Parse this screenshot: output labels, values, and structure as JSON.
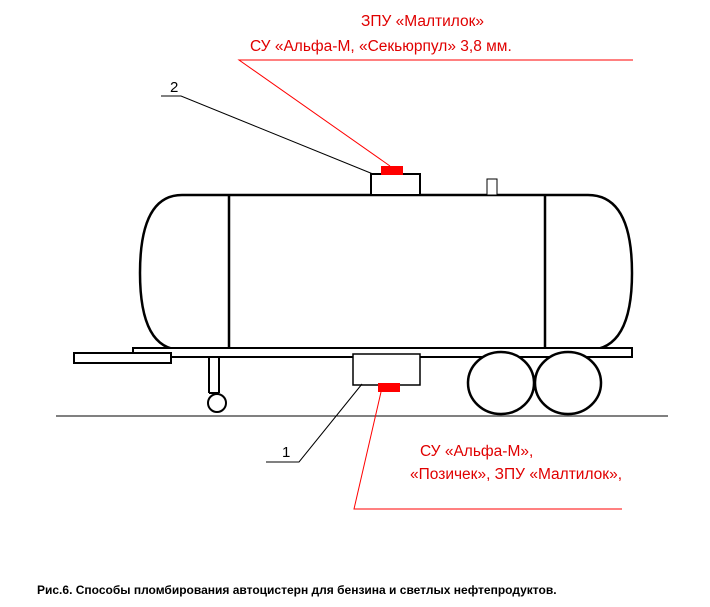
{
  "top_label": {
    "line1": "ЗПУ «Малтилок»",
    "line2": "СУ  «Альфа-М, «Секьюрпул» 3,8 мм."
  },
  "bottom_label": {
    "line1": "СУ «Альфа-М»,",
    "line2": "«Позичек», ЗПУ «Малтилок»,"
  },
  "callouts": {
    "top_number": "2",
    "bottom_number": "1"
  },
  "caption": "Рис.6. Способы пломбирования автоцистерн для бензина и светлых нефтепродуктов.",
  "colors": {
    "seal": "#ff0000",
    "leader_red": "#ff0000",
    "text_red": "#e00000",
    "outline": "#000000"
  }
}
